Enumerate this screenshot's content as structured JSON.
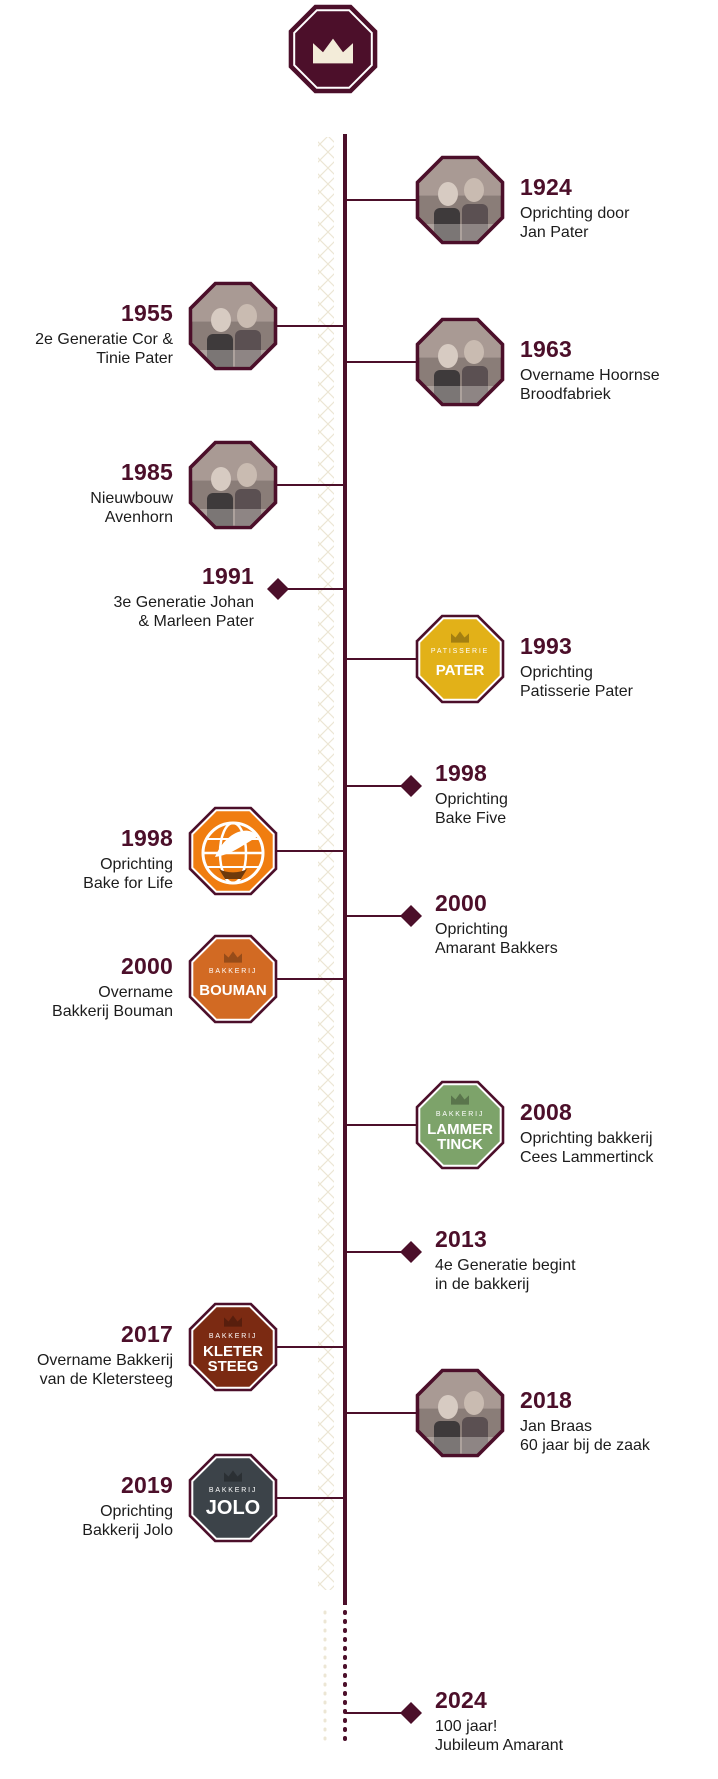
{
  "colors": {
    "primary": "#4c0f2a",
    "pattern": "#ece6d4",
    "crown": "#f3ecd9"
  },
  "header": {
    "icon": "crown-icon"
  },
  "entries": [
    {
      "year": "1924",
      "lines": [
        "Oprichting door",
        "Jan Pater"
      ],
      "side": "right",
      "marker": "photo",
      "icon": "founders-photo-icon"
    },
    {
      "year": "1955",
      "lines": [
        "2e Generatie Cor &",
        "Tinie Pater"
      ],
      "side": "left",
      "marker": "photo",
      "icon": "bakery-staff-photo-icon"
    },
    {
      "year": "1963",
      "lines": [
        "Overname Hoornse",
        "Broodfabriek"
      ],
      "side": "right",
      "marker": "photo",
      "icon": "bread-factory-photo-icon"
    },
    {
      "year": "1985",
      "lines": [
        "Nieuwbouw",
        "Avenhorn"
      ],
      "side": "left",
      "marker": "photo",
      "icon": "new-building-photo-icon"
    },
    {
      "year": "1991",
      "lines": [
        "3e Generatie Johan",
        "& Marleen Pater"
      ],
      "side": "left",
      "marker": "diamond"
    },
    {
      "year": "1993",
      "lines": [
        "Oprichting",
        "Patisserie Pater"
      ],
      "side": "right",
      "marker": "logo",
      "logo": {
        "top": "PATISSERIE",
        "main": [
          "PATER"
        ],
        "bg": "#e2b118"
      }
    },
    {
      "year": "1998",
      "lines": [
        "Oprichting",
        "Bake Five"
      ],
      "side": "right",
      "marker": "diamond"
    },
    {
      "year": "1998",
      "lines": [
        "Oprichting",
        "Bake for Life"
      ],
      "side": "left",
      "marker": "globe",
      "icon": "bake-for-life-logo-icon"
    },
    {
      "year": "2000",
      "lines": [
        "Oprichting",
        "Amarant Bakkers"
      ],
      "side": "right",
      "marker": "diamond"
    },
    {
      "year": "2000",
      "lines": [
        "Overname",
        "Bakkerij Bouman"
      ],
      "side": "left",
      "marker": "logo",
      "logo": {
        "top": "BAKKERIJ",
        "main": [
          "BOUMAN"
        ],
        "bg": "#d26a23"
      }
    },
    {
      "year": "2008",
      "lines": [
        "Oprichting bakkerij",
        "Cees Lammertinck"
      ],
      "side": "right",
      "marker": "logo",
      "logo": {
        "top": "BAKKERIJ",
        "main": [
          "LAMMER",
          "TINCK"
        ],
        "bg": "#7da36a"
      }
    },
    {
      "year": "2013",
      "lines": [
        "4e Generatie begint",
        "in de bakkerij"
      ],
      "side": "right",
      "marker": "diamond"
    },
    {
      "year": "2017",
      "lines": [
        "Overname Bakkerij",
        "van de Kletersteeg"
      ],
      "side": "left",
      "marker": "logo",
      "logo": {
        "top": "BAKKERIJ",
        "main": [
          "KLETER",
          "STEEG"
        ],
        "bg": "#7b2a12"
      }
    },
    {
      "year": "2018",
      "lines": [
        "Jan Braas",
        "60 jaar bij de zaak"
      ],
      "side": "right",
      "marker": "photo",
      "icon": "baker-photo-icon"
    },
    {
      "year": "2019",
      "lines": [
        "Oprichting",
        "Bakkerij Jolo"
      ],
      "side": "left",
      "marker": "logo",
      "logo": {
        "top": "BAKKERIJ",
        "main": [
          "JOLO"
        ],
        "bg": "#3c4349"
      }
    },
    {
      "year": "2024",
      "lines": [
        "100 jaar!",
        "Jubileum Amarant"
      ],
      "side": "right",
      "marker": "diamond"
    }
  ]
}
